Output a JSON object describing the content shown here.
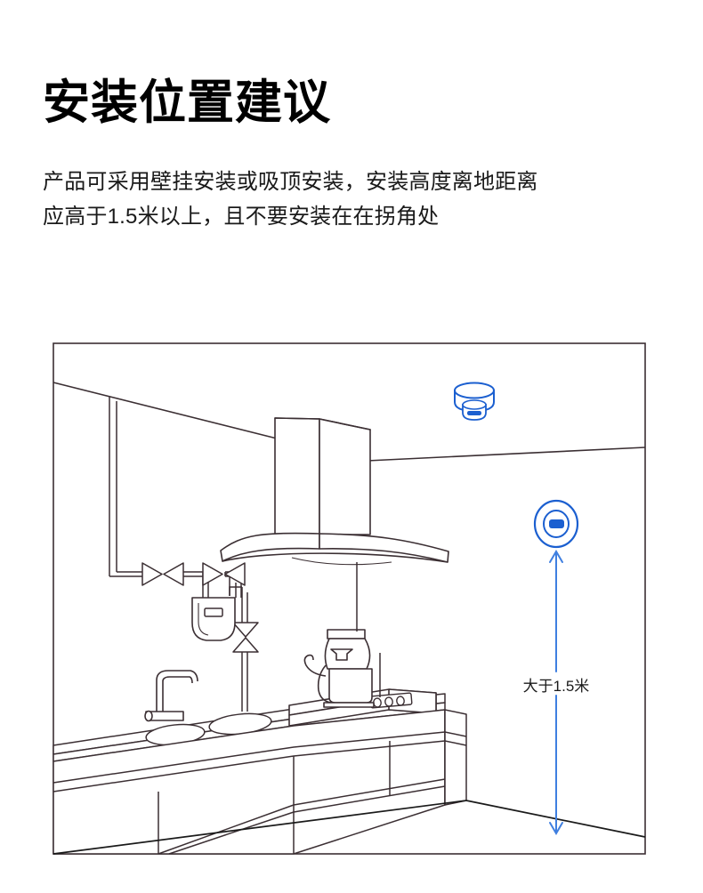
{
  "page": {
    "title": "安装位置建议",
    "description_lines": [
      "产品可采用壁挂安装或吸顶安装，安装高度离地距离",
      "应高于1.5米以上，且不要安装在在拐角处"
    ]
  },
  "illustration": {
    "caption_label": "大于1.5米",
    "colors": {
      "device_blue": "#1b5fd0",
      "arrow_blue": "#3f7fe0",
      "line_dark": "#3b2f33",
      "line_black": "#1a1a1a",
      "background": "#ffffff"
    },
    "elements": {
      "room_frame": "kitchen-room-outline",
      "ceiling_detector": "ceiling-mounted-smoke-detector",
      "wall_detector": "wall-mounted-gas-detector",
      "measure_arrow": "height-dimension-arrow",
      "range_hood": "range-hood",
      "gas_pipes": "gas-pipe-network",
      "gas_valves": "gas-valve-symbols",
      "water_heater": "wall-gas-meter",
      "kettle": "kettle",
      "gas_stove": "gas-stove",
      "stove_knobs": "stove-control-knobs",
      "sink": "double-basin-sink",
      "faucet": "kitchen-faucet",
      "cabinets": "base-cabinet-drawers",
      "floor": "floor-plane"
    }
  }
}
